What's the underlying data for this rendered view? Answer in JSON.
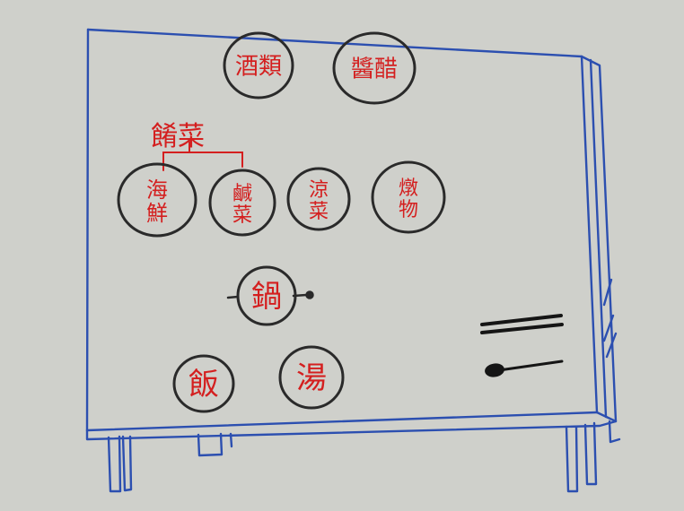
{
  "colors": {
    "paper": "#cfd0cb",
    "table_ink": "#2c4fb0",
    "circle_ink": "#2a2a2a",
    "label_ink": "#d41f1f",
    "utensil_ink": "#151515"
  },
  "group_label": "餚菜",
  "dishes": [
    {
      "id": "drinks",
      "label": "酒類"
    },
    {
      "id": "sauces",
      "label": "醬醋"
    },
    {
      "id": "seafood",
      "label": "海鮮"
    },
    {
      "id": "salty",
      "label": "鹹菜"
    },
    {
      "id": "cold",
      "label": "涼菜"
    },
    {
      "id": "stew",
      "label": "燉物"
    },
    {
      "id": "pot",
      "label": "鍋"
    },
    {
      "id": "rice",
      "label": "飯"
    },
    {
      "id": "soup",
      "label": "湯"
    }
  ],
  "utensils": [
    {
      "icon": "chopsticks-icon"
    },
    {
      "icon": "spoon-icon"
    }
  ]
}
